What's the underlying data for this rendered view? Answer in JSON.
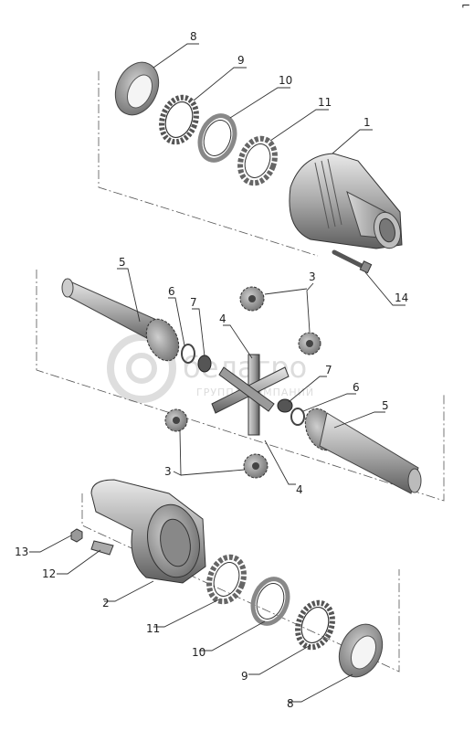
{
  "watermark": {
    "brand": "белагро",
    "sub": "ГРУППА КОМПАНИЙ"
  },
  "corner_mark": "⌐",
  "callouts": {
    "top_8": "8",
    "top_9": "9",
    "top_10": "10",
    "top_11": "11",
    "top_1": "1",
    "top_14": "14",
    "mid_5a": "5",
    "mid_6a": "6",
    "mid_7a": "7",
    "mid_4a": "4",
    "mid_3a": "3",
    "mid_7b": "7",
    "mid_6b": "6",
    "mid_5b": "5",
    "mid_3b": "3",
    "mid_4b": "4",
    "bot_13": "13",
    "bot_12": "12",
    "bot_2": "2",
    "bot_11": "11",
    "bot_10": "10",
    "bot_9": "9",
    "bot_8": "8"
  }
}
